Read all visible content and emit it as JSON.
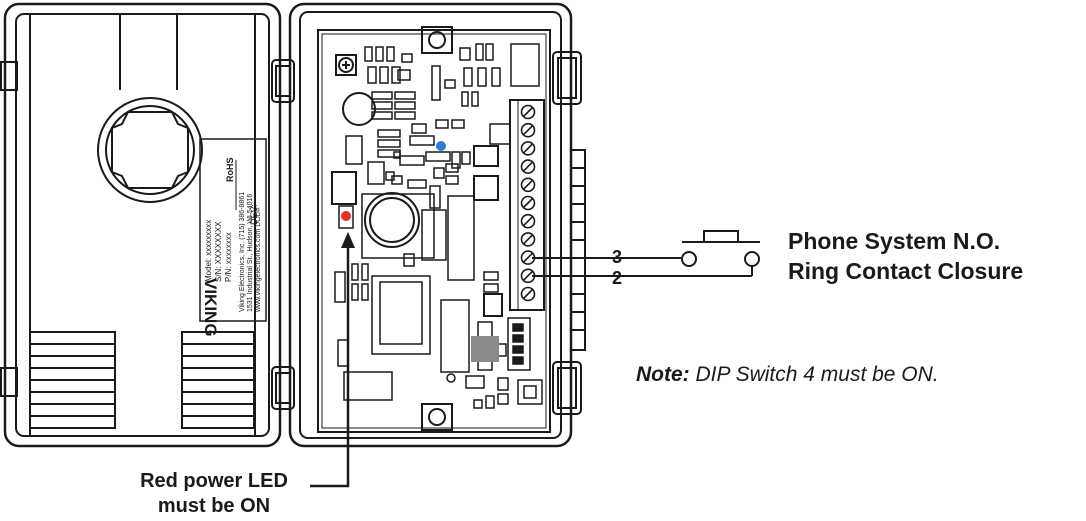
{
  "unit_label": {
    "rohs": "RoHS",
    "dev": "DEV:",
    "brand": "VIKING",
    "model": "Model:  xxxxxxxxx",
    "serial": "S/N:  XXXXXXXX",
    "part": "P/N:  xxxxxxxx",
    "company_line": "Viking Electronics, Inc. (715) 386-8861",
    "address_line": "1531 Industrial St., Hudson, WI 54016",
    "web_line": "www.vikingelectronics.com  DOD#"
  },
  "terminal_labels": {
    "t3": "3",
    "t2": "2"
  },
  "phone_system_label": [
    "Phone System N.O.",
    "Ring Contact Closure"
  ],
  "note": {
    "prefix": "Note:",
    "text": " DIP Switch 4 must be ON."
  },
  "led_caption": [
    "Red power LED",
    "must be ON"
  ],
  "colors": {
    "line": "#1a1a1a",
    "led": "#e4322b",
    "indicator": "#2a7fd4",
    "switch_gray": "#8a8a8a"
  },
  "icons": {
    "terminal_screw": "slotted-screw-icon",
    "contact": "normally-open-switch-icon"
  }
}
